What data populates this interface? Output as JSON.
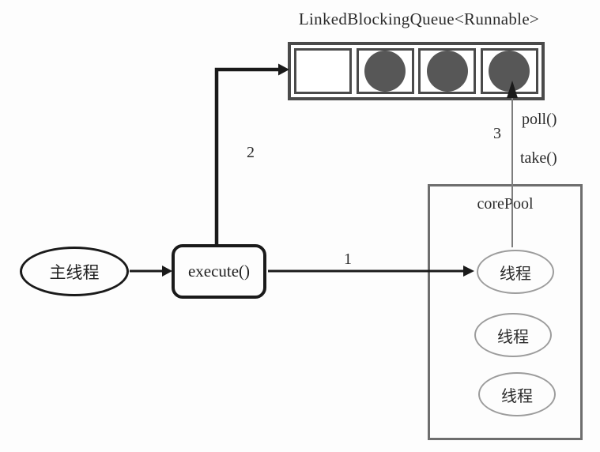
{
  "diagram": {
    "title": "LinkedBlockingQueue<Runnable>",
    "queue": {
      "cells": [
        {
          "filled": false
        },
        {
          "filled": true
        },
        {
          "filled": true
        },
        {
          "filled": true
        }
      ]
    },
    "main_thread_label": "主线程",
    "execute_label": "execute()",
    "core_pool": {
      "title": "corePool",
      "threads": [
        "线程",
        "线程",
        "线程"
      ]
    },
    "labels": {
      "step1": "1",
      "step2": "2",
      "step3": "3",
      "poll": "poll()",
      "take": "take()"
    },
    "colors": {
      "queue_border": "#4a4a4a",
      "task_fill": "#575757",
      "pool_border": "#6e6e6e",
      "thread_border": "#9c9c9c",
      "line": "#1a1a1a",
      "thin_line": "#7d7d7d",
      "text": "#1f1f1f"
    }
  }
}
